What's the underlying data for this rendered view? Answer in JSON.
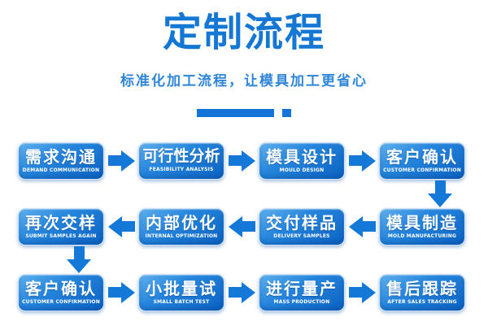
{
  "header": {
    "title": "定制流程",
    "subtitle": "标准化加工流程，让模具加工更省心"
  },
  "colors": {
    "title_blue": "#1577d4",
    "subtitle_blue": "#2f85d8",
    "accent_bar": "#1373d6",
    "arrow_blue": "#1478d8",
    "box_top": "#5fb0ee",
    "box_mid": "#2585dc",
    "box_bottom": "#0b62c2"
  },
  "flow": {
    "rows": [
      {
        "direction": "right",
        "steps": [
          {
            "zh": "需求沟通",
            "en": "DEMAND COMMUNICATION"
          },
          {
            "zh": "可行性分析",
            "en": "FEASIBILITY ANALYSIS"
          },
          {
            "zh": "模具设计",
            "en": "MOULD DESIGN"
          },
          {
            "zh": "客户确认",
            "en": "CUSTOMER CONFIRMATION"
          }
        ]
      },
      {
        "direction": "left",
        "steps": [
          {
            "zh": "再次交样",
            "en": "SUBMIT SAMPLES AGAIN"
          },
          {
            "zh": "内部优化",
            "en": "INTERNAL OPTIMIZATION"
          },
          {
            "zh": "交付样品",
            "en": "DELIVERY SAMPLES"
          },
          {
            "zh": "模具制造",
            "en": "MOLD MANUFACTURING"
          }
        ]
      },
      {
        "direction": "right",
        "steps": [
          {
            "zh": "客户确认",
            "en": "CUSTOMER CONFIRMATION"
          },
          {
            "zh": "小批量试",
            "en": "SMALL BATCH TEST"
          },
          {
            "zh": "进行量产",
            "en": "MASS PRODUCTION"
          },
          {
            "zh": "售后跟踪",
            "en": "AFTER SALES TRACKING"
          }
        ]
      }
    ]
  }
}
